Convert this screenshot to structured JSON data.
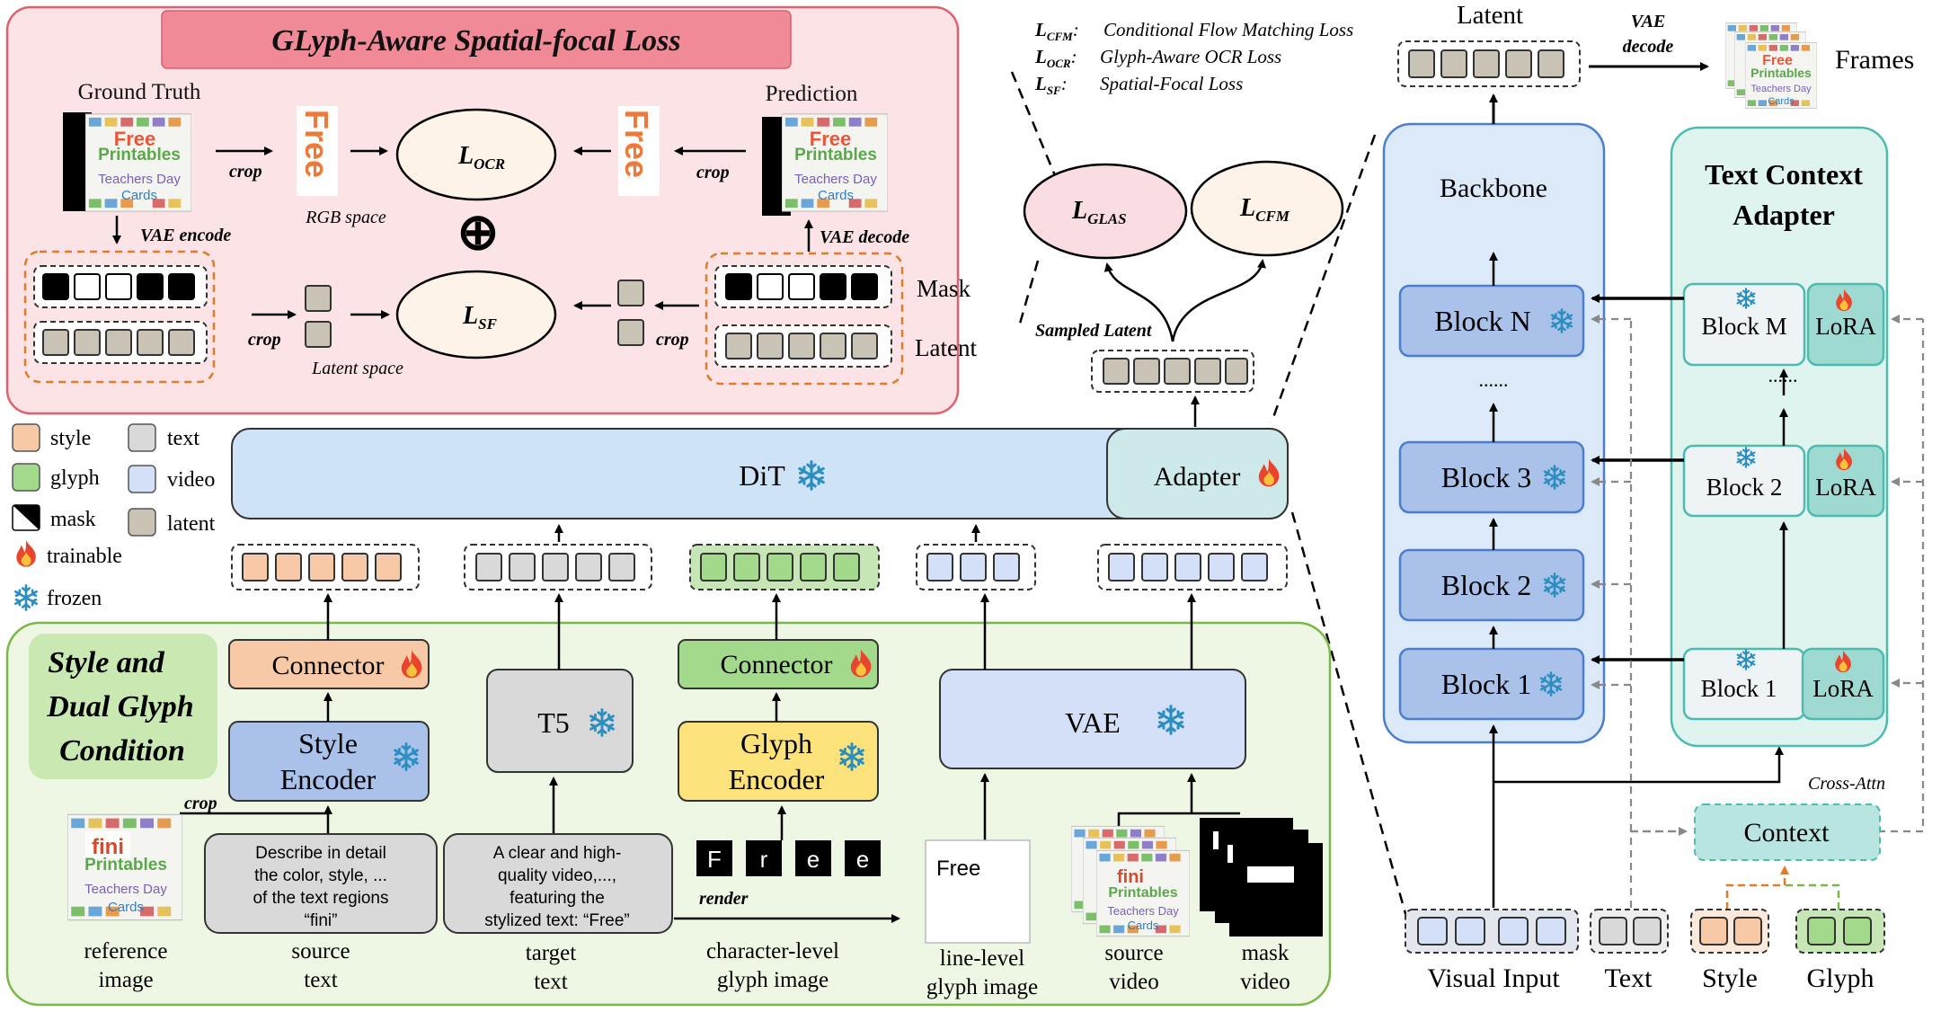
{
  "glas_panel": {
    "title": "GLyph-Aware Spatial-focal  Loss",
    "ground_truth_label": "Ground Truth",
    "prediction_label": "Prediction",
    "crop_label": "crop",
    "vae_encode_label": "VAE encode",
    "vae_decode_label": "VAE decode",
    "rgb_space_label": "RGB space",
    "latent_space_label": "Latent space",
    "l_ocr": {
      "main": "L",
      "sub": "OCR"
    },
    "l_sf": {
      "main": "L",
      "sub": "SF"
    },
    "plus_symbol": "⊕",
    "mask_label": "Mask",
    "latent_label": "Latent",
    "crop_text": "Free"
  },
  "legend_defs": [
    {
      "sym": "L",
      "sub": "CFM",
      "desc": "Conditional Flow Matching Loss"
    },
    {
      "sym": "L",
      "sub": "OCR",
      "desc": "Glyph-Aware OCR Loss"
    },
    {
      "sym": "L",
      "sub": "SF",
      "desc": "Spatial-Focal Loss"
    }
  ],
  "losses": {
    "l_glas": {
      "main": "L",
      "sub": "GLAS"
    },
    "l_cfm": {
      "main": "L",
      "sub": "CFM"
    },
    "sampled_latent_label": "Sampled Latent"
  },
  "type_legend": {
    "items": [
      {
        "label": "style",
        "color": "#f7c9a6"
      },
      {
        "label": "glyph",
        "color": "#a3d98a"
      },
      {
        "label": "mask",
        "color": "#ffffff"
      },
      {
        "label": "trainable",
        "icon": "fire-icon"
      },
      {
        "label": "frozen",
        "icon": "snowflake-icon"
      },
      {
        "label": "text",
        "color": "#d9d9d9"
      },
      {
        "label": "video",
        "color": "#d4e0f7"
      },
      {
        "label": "latent",
        "color": "#c9c3b6"
      }
    ]
  },
  "dit": {
    "label": "DiT",
    "adapter_label": "Adapter"
  },
  "condition_panel": {
    "title_lines": [
      "Style and",
      "Dual Glyph",
      "Condition"
    ],
    "connector_label": "Connector",
    "style_encoder_lines": [
      "Style",
      "Encoder"
    ],
    "t5_label": "T5",
    "glyph_encoder_lines": [
      "Glyph",
      "Encoder"
    ],
    "vae_label": "VAE",
    "crop_label": "crop",
    "render_label": "render",
    "source_text_lines": [
      "Describe in detail",
      "the color, style,  ...",
      "of the text regions",
      "“fini”"
    ],
    "target_text_lines": [
      "A  clear and high-",
      "quality video,...,",
      "featuring the",
      "stylized text: “Free”"
    ],
    "char_glyphs": [
      "F",
      "r",
      "e",
      "e"
    ],
    "line_glyph_text": "Free",
    "captions": [
      [
        "reference",
        "image"
      ],
      [
        "source",
        "text"
      ],
      [
        "target",
        "text"
      ],
      [
        "character-level",
        "glyph image"
      ],
      [
        "line-level",
        "glyph image"
      ],
      [
        "source",
        "video"
      ],
      [
        "mask",
        "video"
      ]
    ],
    "ref_image_text": "fini"
  },
  "right_panel": {
    "latent_label": "Latent",
    "vae_decode_lines": [
      "VAE",
      "decode"
    ],
    "frames_label": "Frames",
    "backbone_label": "Backbone",
    "tca_label_lines": [
      "Text Context",
      "Adapter"
    ],
    "backbone_blocks": [
      "Block N",
      "Block 3",
      "Block 2",
      "Block 1"
    ],
    "tca_blocks": [
      "Block M",
      "Block 2",
      "Block 1"
    ],
    "lora_label": "LoRA",
    "dots": "......",
    "cross_attn_label": "Cross-Attn",
    "context_label": "Context",
    "inputs": [
      "Visual Input",
      "Text",
      "Style",
      "Glyph"
    ]
  },
  "thumbnail_text": [
    "Free",
    "Printables",
    "Teachers Day",
    "Cards"
  ],
  "colors": {
    "glas_bg": "#fbe3e6",
    "glas_border": "#e0606e",
    "glas_title_bg": "#ef8a96",
    "cond_bg": "#eef7e3",
    "cond_border": "#7ab648",
    "backbone_bg": "#dce9f9",
    "backbone_border": "#4a7fd0",
    "tca_bg": "#dff3ef",
    "tca_border": "#4cbcb0",
    "dit_bg": "#cfe3f7",
    "adapter_bg": "#cde9ea",
    "loss_bg": "#f9dde2",
    "orange_dash": "#e07b2a"
  }
}
